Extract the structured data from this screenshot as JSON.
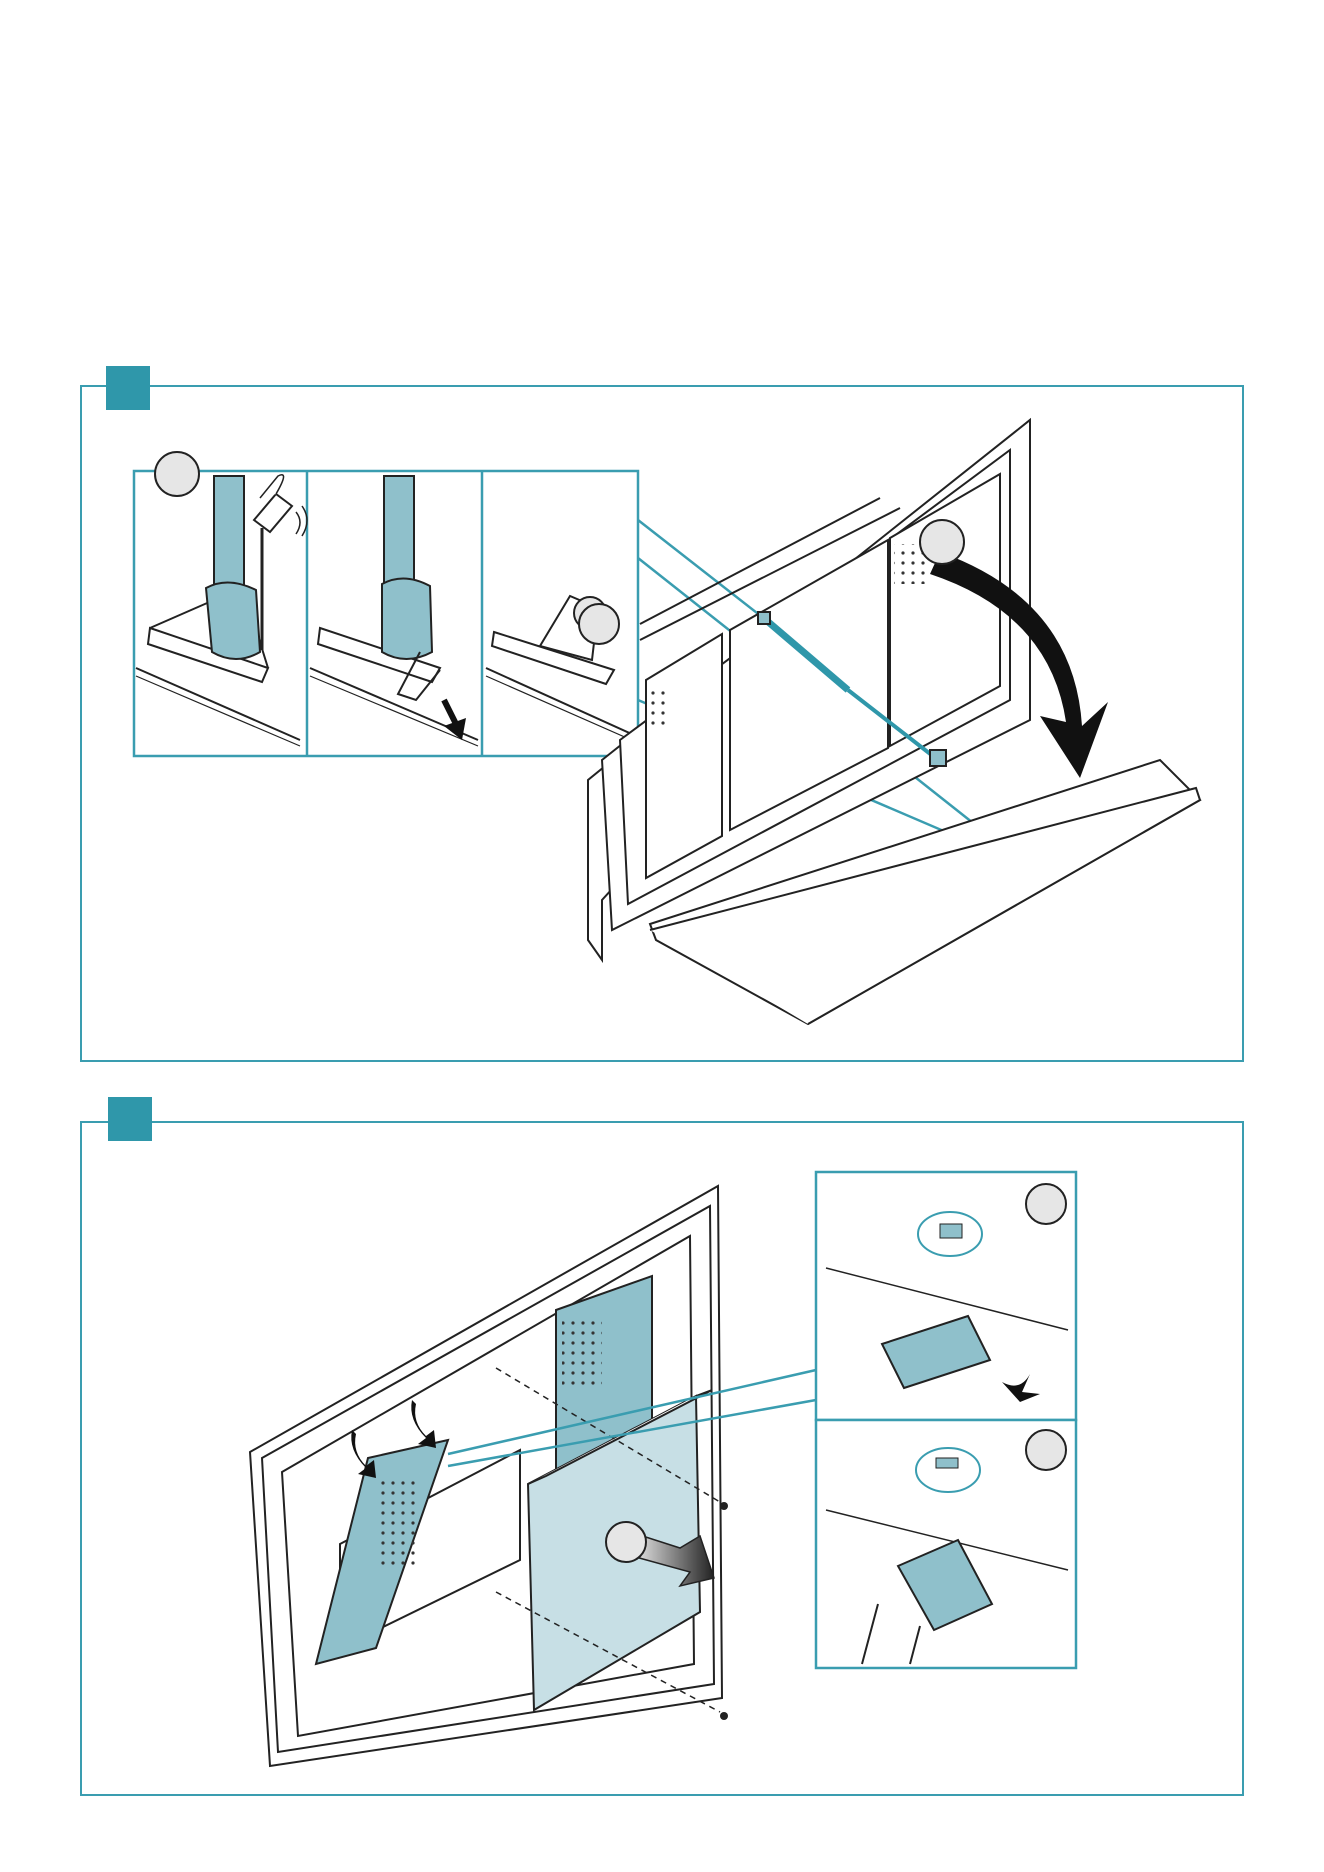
{
  "colors": {
    "accent": "#2f97aa",
    "frame": "#3a9db0",
    "filter_fill": "#8fc0cb",
    "panel_fill": "#c7dfe5",
    "badge_fill": "#e6e6e6"
  },
  "panels": [
    {
      "id": "step-top",
      "badge": "",
      "subfigures": [
        {
          "id": "1",
          "badge": ""
        },
        {
          "id": "2",
          "badge": ""
        },
        {
          "id": "3",
          "badge": ""
        }
      ],
      "callout_badges": [
        "",
        ""
      ]
    },
    {
      "id": "step-bottom",
      "badge": "",
      "subfigures": [
        {
          "id": "1",
          "badge": ""
        },
        {
          "id": "2",
          "badge": ""
        }
      ],
      "callout_badges": [
        ""
      ]
    }
  ]
}
